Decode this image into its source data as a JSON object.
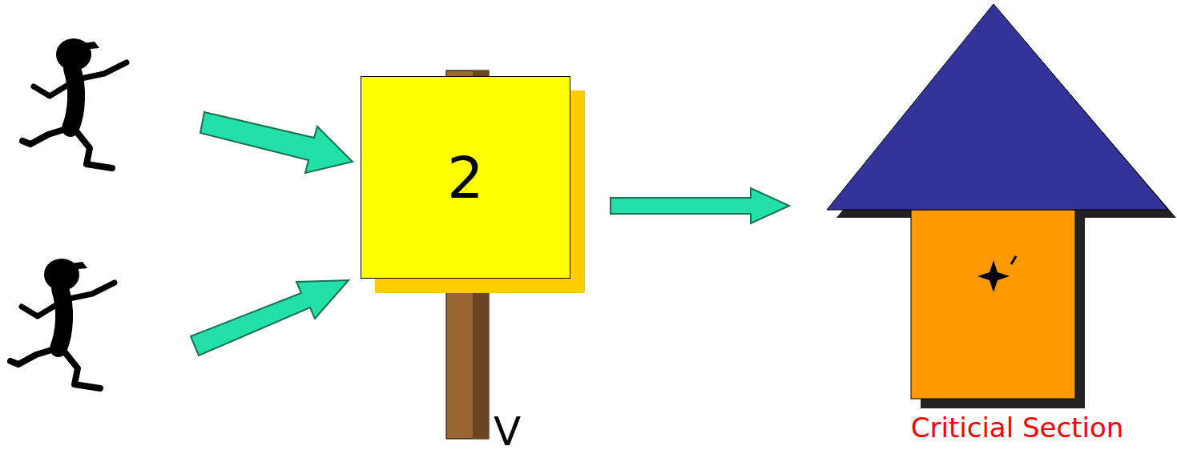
{
  "diagram": {
    "nodes": [
      {
        "text": [
          "2"
        ]
      },
      {
        "text": [
          "Criticial Section"
        ]
      }
    ],
    "edges": [
      {
        "from": 0,
        "to": 1,
        "arrow": "to"
      }
    ],
    "labels": [
      "V"
    ]
  }
}
